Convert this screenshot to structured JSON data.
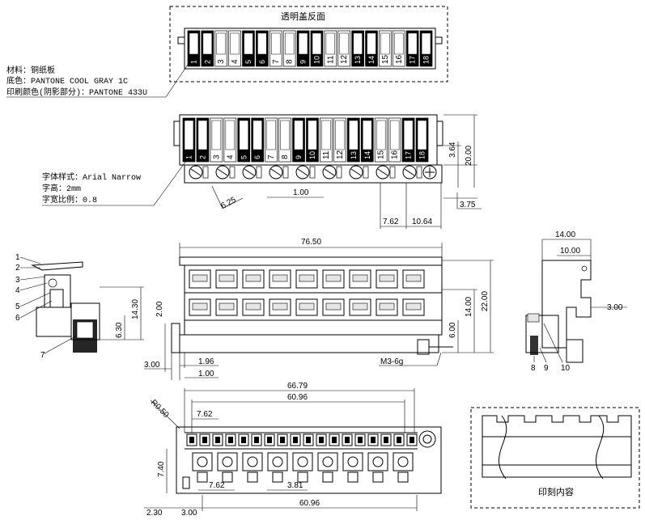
{
  "notes": {
    "material": "材料：铜纸板",
    "base_color": "底色：PANTONE COOL GRAY 1C",
    "print_color": "印刷颜色(阴影部分)：PANTONE 433U",
    "font_style": "字体样式：Arial Narrow",
    "font_height": "字高：2mm",
    "font_ratio": "字宽比例：0.8"
  },
  "labels": {
    "cover_reverse": "透明盖反面",
    "engraved_content": "印刻内容",
    "screw": "M3-6g"
  },
  "terminal_numbers": [
    "1",
    "2",
    "3",
    "4",
    "5",
    "6",
    "7",
    "8",
    "9",
    "10",
    "11",
    "12",
    "13",
    "14",
    "15",
    "16",
    "17",
    "18"
  ],
  "part_numbers": [
    "1",
    "2",
    "3",
    "4",
    "5",
    "6",
    "7",
    "8",
    "9",
    "10"
  ],
  "dimensions": {
    "front_pitch_a": "6.25",
    "front_gap": "1.00",
    "front_pitch_b": "7.62",
    "front_pitch_c": "10.64",
    "front_height_small": "3.64",
    "front_height_total": "20.00",
    "front_offset": "3.75",
    "total_length": "76.50",
    "mid_height_a": "22.00",
    "mid_height_b": "14.00",
    "mid_height_c": "6.00",
    "mid_left_a": "2.00",
    "mid_left_b": "3.00",
    "mid_left_c": "1.96",
    "mid_left_d": "1.00",
    "side_height_a": "14.30",
    "side_height_b": "6.30",
    "right_width_a": "14.00",
    "right_width_b": "10.00",
    "right_offset": "3.00",
    "bottom_span_a": "66.79",
    "bottom_span_b": "60.96",
    "bottom_pitch_a": "7.62",
    "bottom_radius": "R0.50",
    "bottom_height": "7.40",
    "bottom_pitch_b": "7.62",
    "bottom_pitch_c": "3.81",
    "bottom_left_a": "2.30",
    "bottom_left_b": "3.00",
    "bottom_span_c": "60.96"
  }
}
